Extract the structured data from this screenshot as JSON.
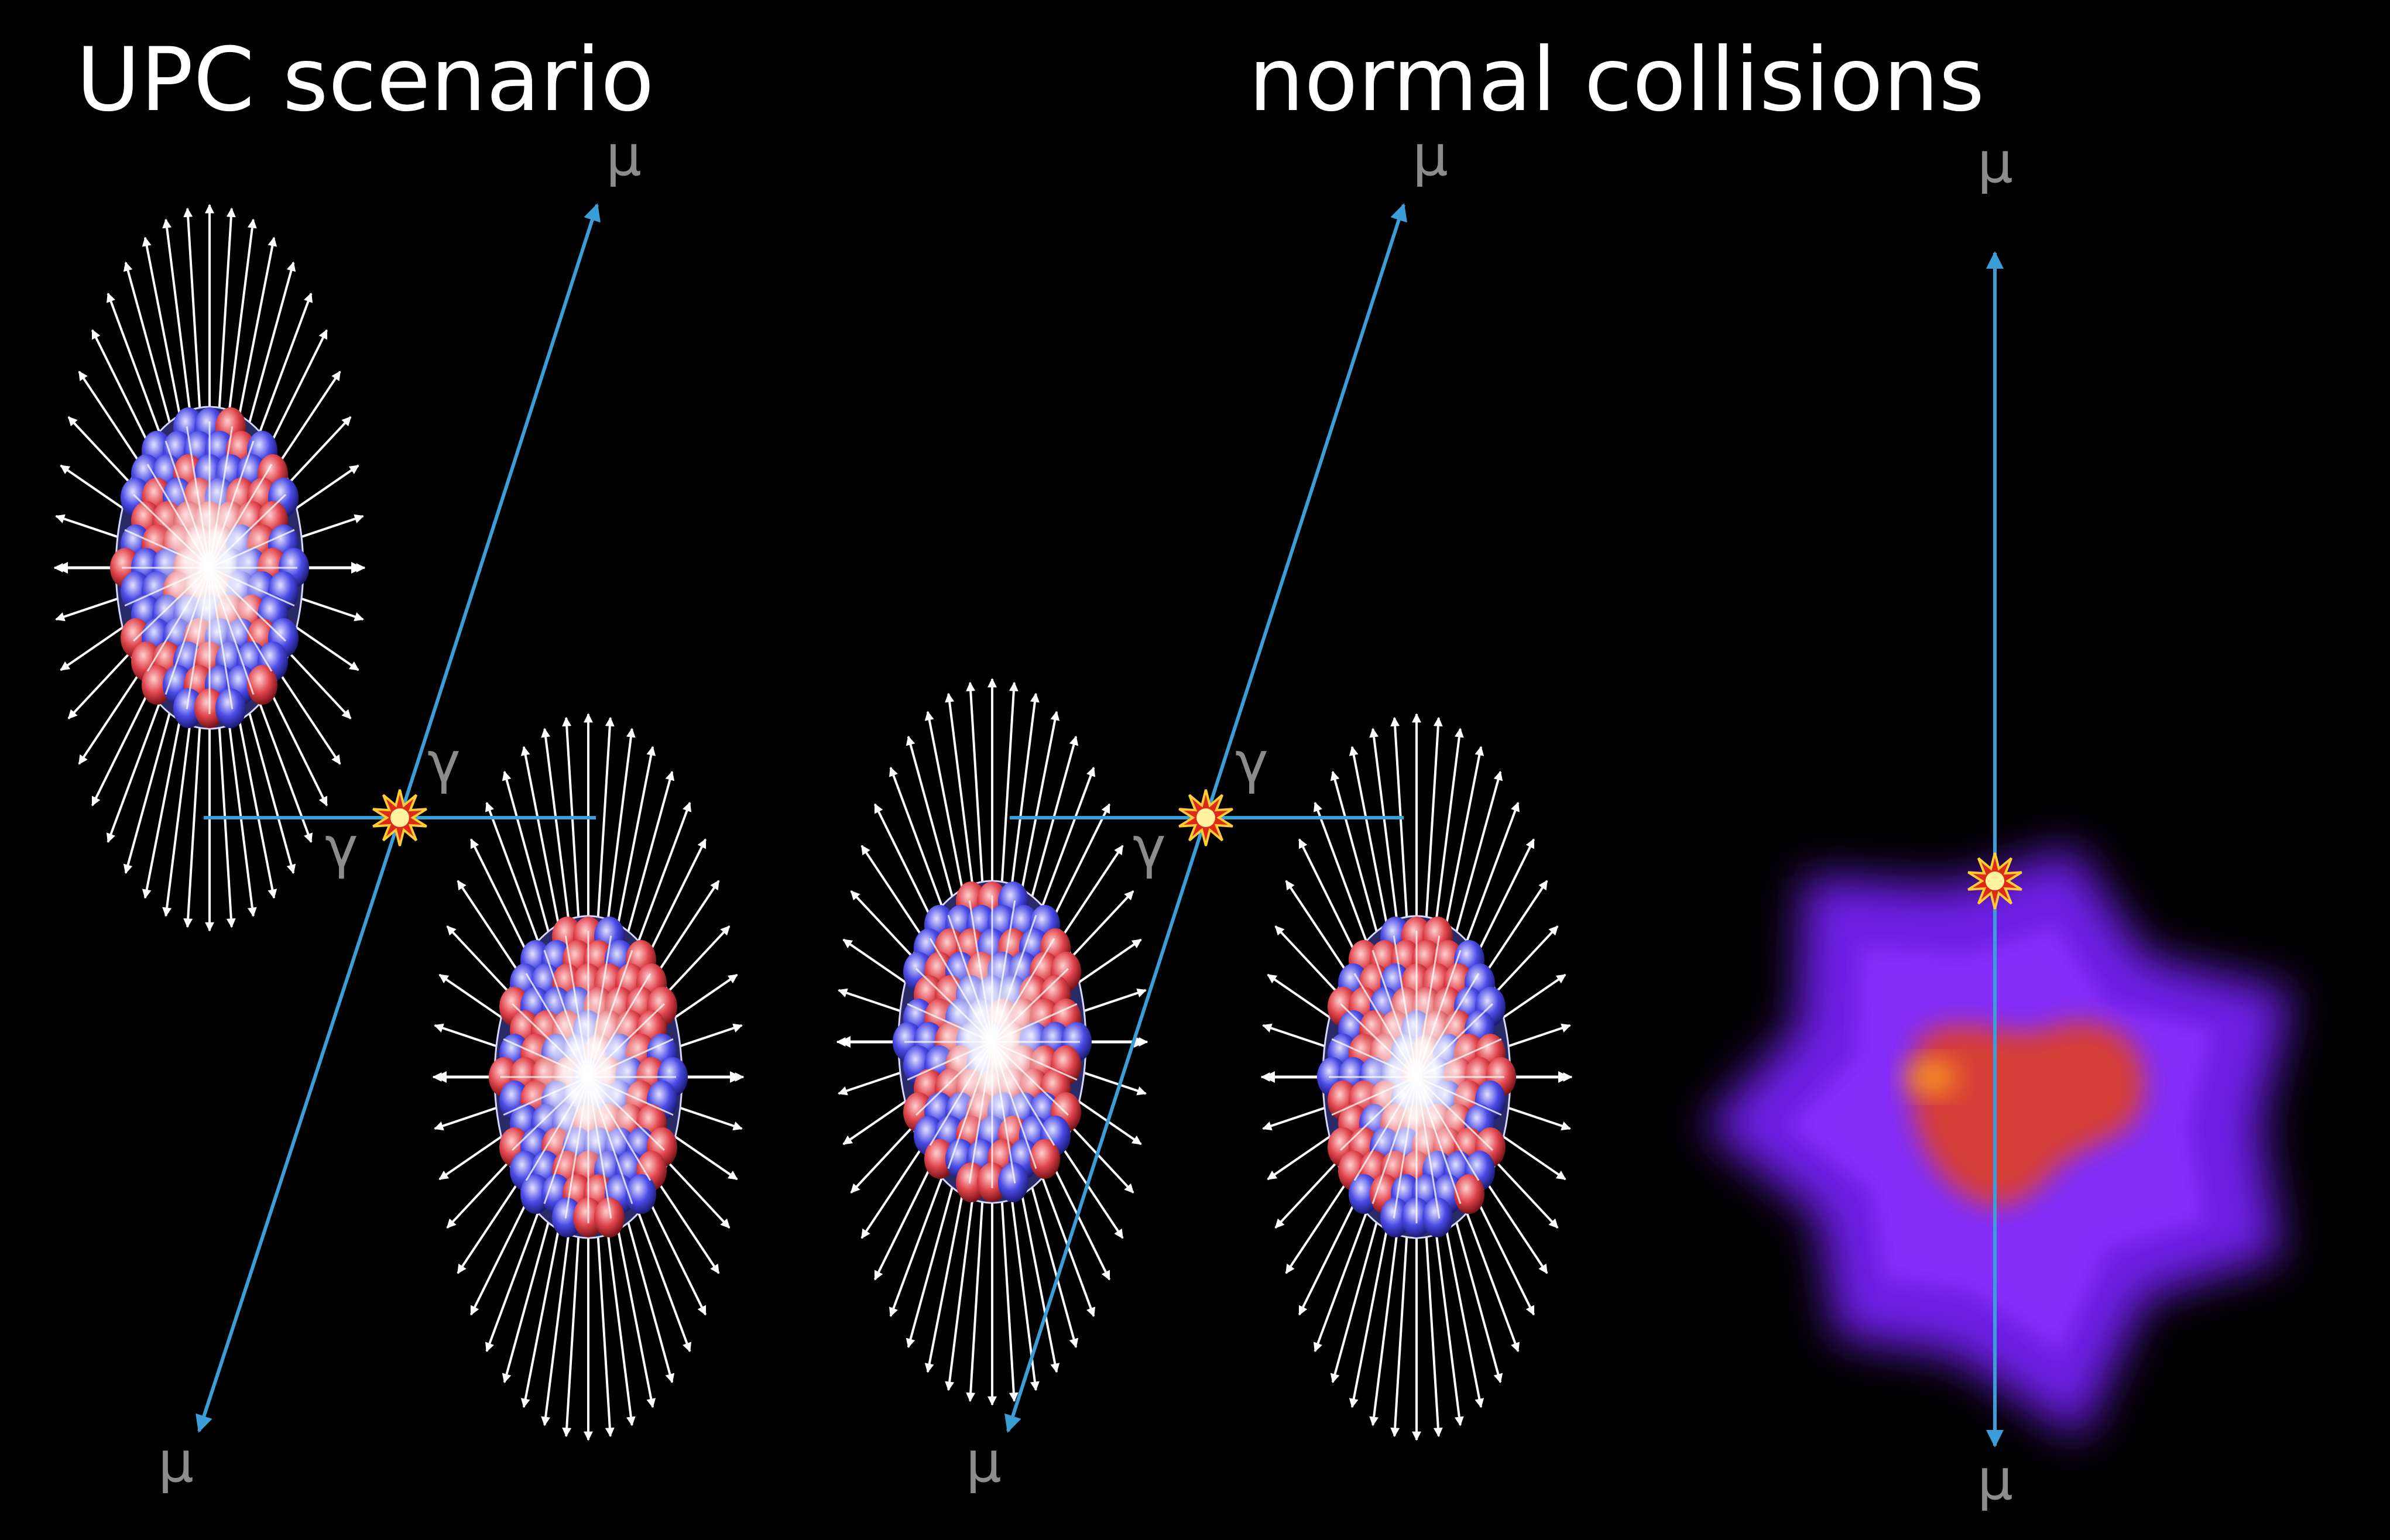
{
  "titles": {
    "upc": "UPC scenario",
    "normal": "normal collisions"
  },
  "symbols": {
    "muon": "μ",
    "photon": "γ"
  },
  "colors": {
    "background": "#000000",
    "track": "#3a9fd8",
    "field_arrow": "#ffffff",
    "proton": "#e0444c",
    "neutron": "#4a4ae6",
    "label": "#8c8c8c",
    "plasma_outer": "#7a22ff",
    "plasma_core": "#e04020"
  },
  "icons": {
    "interaction": "star-burst-icon",
    "nucleus": "nucleus-with-field-lines"
  }
}
